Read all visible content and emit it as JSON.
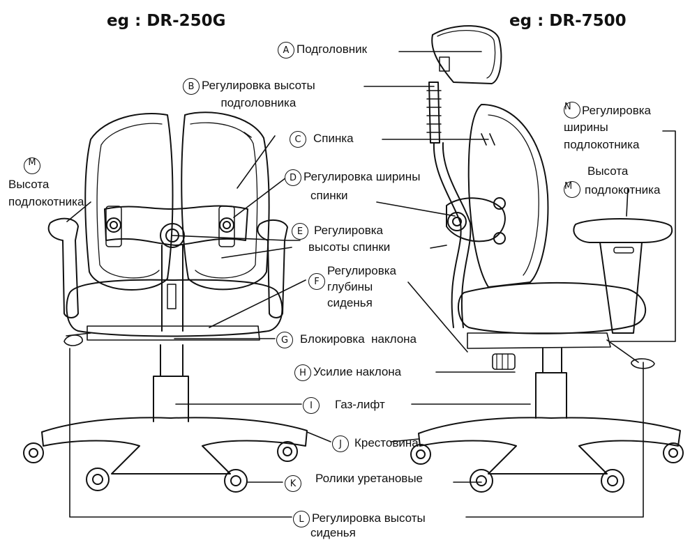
{
  "models": {
    "left": "eg : DR-250G",
    "right": "eg : DR-7500"
  },
  "labels": {
    "A": {
      "letter": "A",
      "line1": "Подголовник"
    },
    "B": {
      "letter": "B",
      "line1": "Регулировка высоты",
      "line2": "подголовника"
    },
    "C": {
      "letter": "C",
      "line1": "Спинка"
    },
    "D": {
      "letter": "D",
      "line1": "Регулировка ширины",
      "line2": "спинки"
    },
    "E": {
      "letter": "E",
      "line1": "Регулировка",
      "line2": "высоты спинки"
    },
    "F": {
      "letter": "F",
      "line1": "Регулировка",
      "line2": "глубины",
      "line3": "сиденья"
    },
    "G": {
      "letter": "G",
      "line1": "Блокировка  наклона"
    },
    "H": {
      "letter": "H",
      "line1": "Усилие наклона"
    },
    "I": {
      "letter": "I",
      "line1": "Газ-лифт"
    },
    "J": {
      "letter": "J",
      "line1": "Крестовина"
    },
    "K": {
      "letter": "K",
      "line1": "Ролики уретановые"
    },
    "L": {
      "letter": "L",
      "line1": "Регулировка высоты",
      "line2": "сиденья"
    },
    "M_left": {
      "letter": "M",
      "line1": "Высота",
      "line2": "подлокотника"
    },
    "M_right": {
      "letter": "M",
      "line1": "Высота",
      "line2": "подлокотника"
    },
    "N": {
      "letter": "N",
      "line1": "Регулировка",
      "line2": "ширины",
      "line3": "подлокотника"
    }
  }
}
